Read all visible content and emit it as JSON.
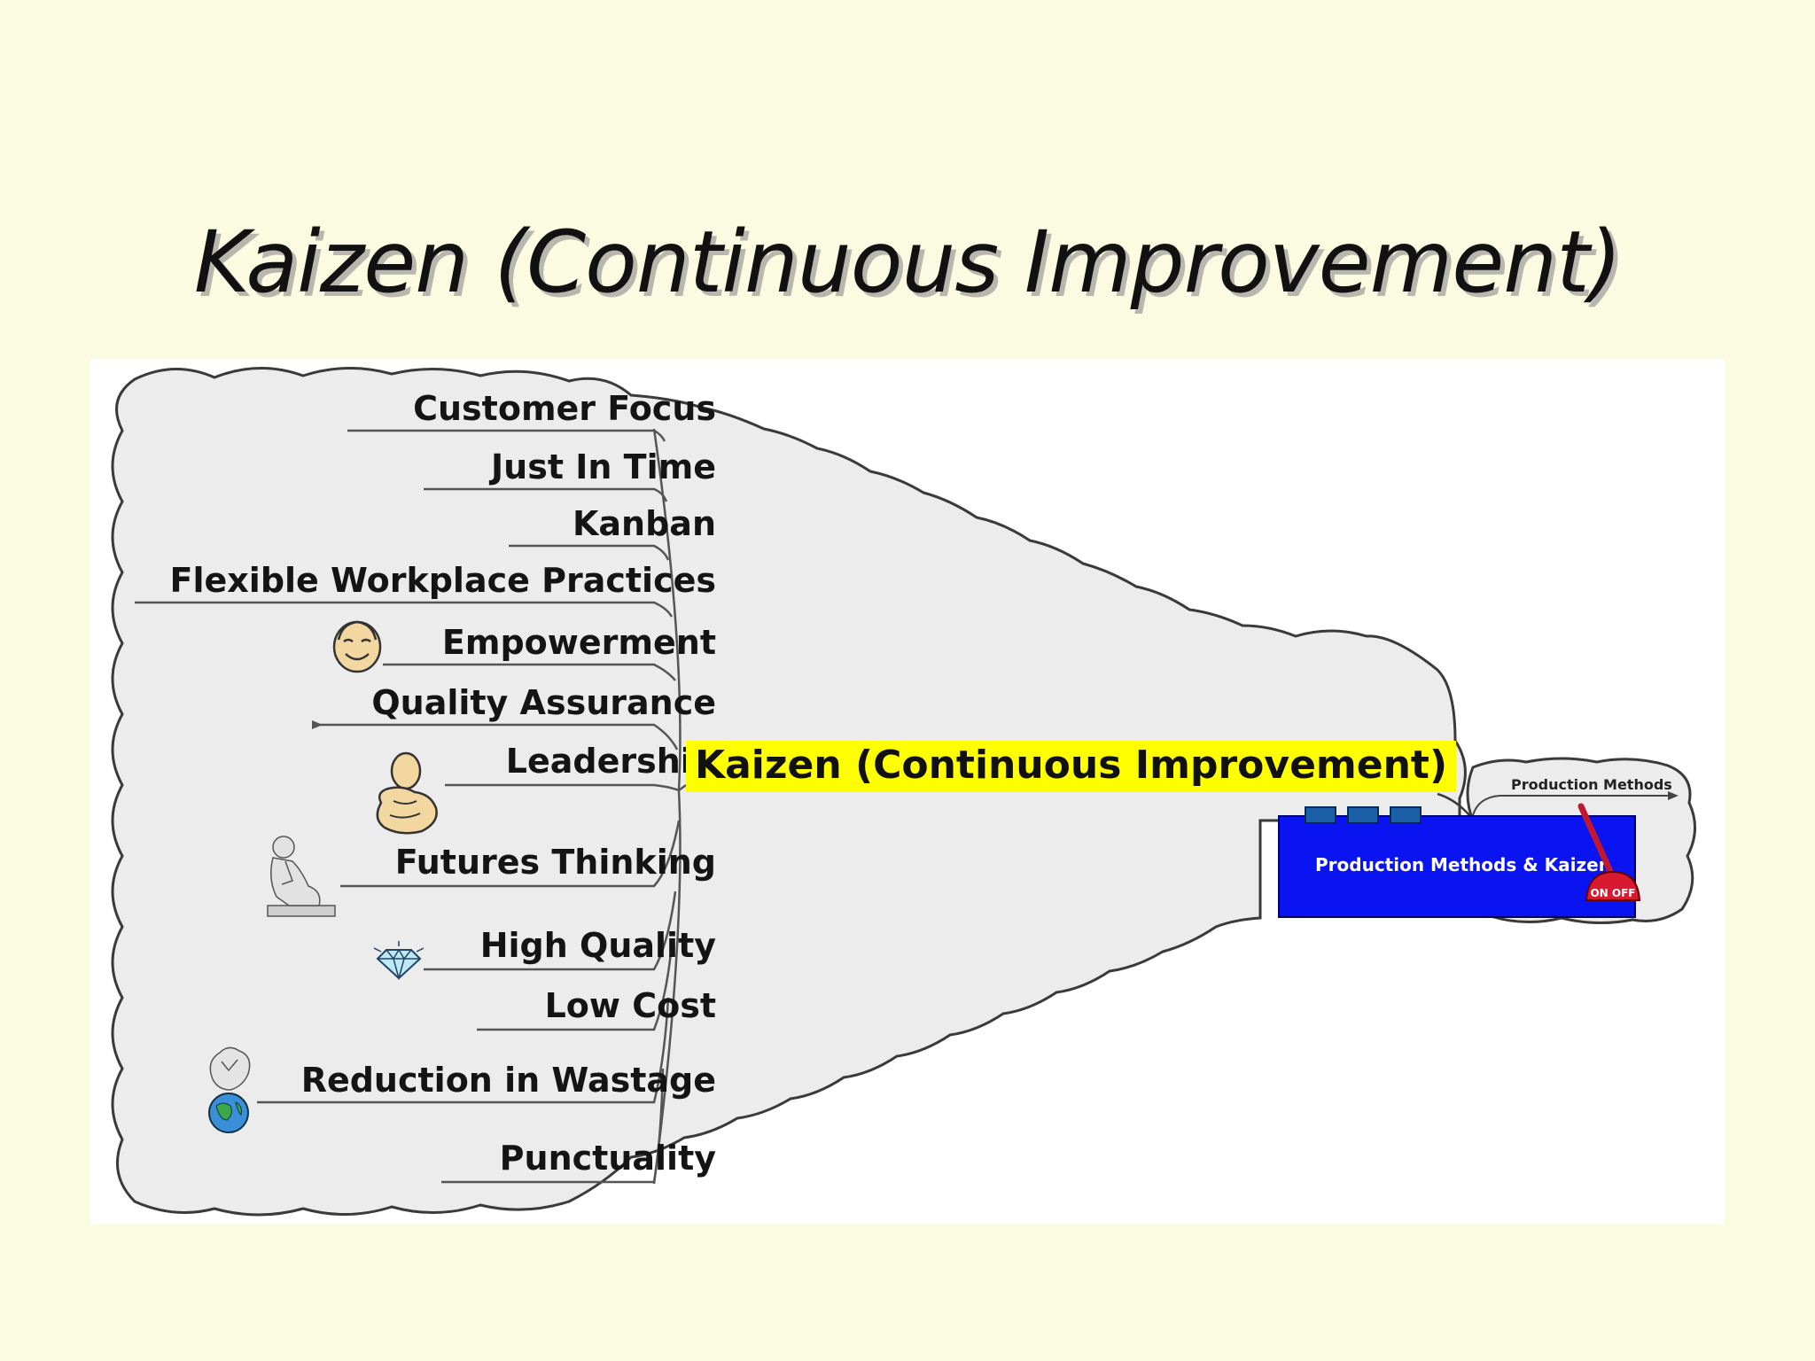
{
  "slide": {
    "title": "Kaizen (Continuous Improvement)"
  },
  "diagram": {
    "central_topic": "Kaizen (Continuous Improvement)",
    "branches": [
      {
        "label": "Customer Focus",
        "icon": ""
      },
      {
        "label": "Just In Time",
        "icon": ""
      },
      {
        "label": "Kanban",
        "icon": ""
      },
      {
        "label": "Flexible Workplace Practices",
        "icon": ""
      },
      {
        "label": "Empowerment",
        "icon": "smiling-face-icon"
      },
      {
        "label": "Quality Assurance",
        "icon": ""
      },
      {
        "label": "Leadership",
        "icon": "pointing-hand-icon"
      },
      {
        "label": "Futures Thinking",
        "icon": "thinker-statue-icon"
      },
      {
        "label": "High Quality",
        "icon": "diamond-icon"
      },
      {
        "label": "Low Cost",
        "icon": ""
      },
      {
        "label": "Reduction in Wastage",
        "icon": "globe-icon"
      },
      {
        "label": "Punctuality",
        "icon": ""
      }
    ],
    "linked_map": {
      "label": "Production Methods & Kaizen",
      "icon": "switch-lever-icon",
      "icon_text": "ON OFF"
    },
    "subtopic": {
      "label": "Production Methods"
    },
    "colors": {
      "background": "#fafbe0",
      "cloud": "#ececec",
      "central_highlight": "#ffff00",
      "link_box": "#0a14f0"
    }
  }
}
